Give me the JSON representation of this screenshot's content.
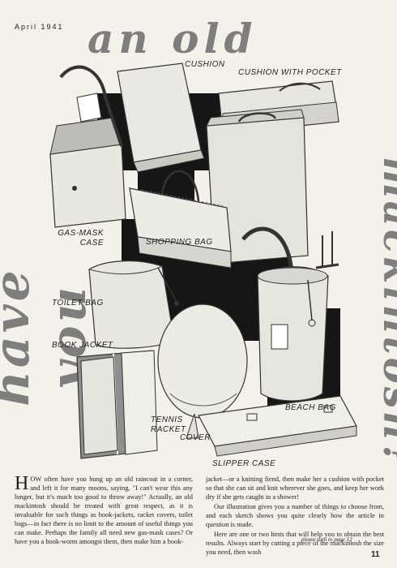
{
  "header": {
    "date": "April 1941"
  },
  "title": {
    "part1": "an old",
    "part2": "have you",
    "part3": "mackintosh?"
  },
  "labels": {
    "cushion": "CUSHION",
    "cushion_pocket": "CUSHION WITH POCKET",
    "gas_mask_1": "GAS-MASK",
    "gas_mask_2": "CASE",
    "shopping_bag": "SHOPPING BAG",
    "toilet_bag": "TOILET BAG",
    "book_jacket": "BOOK JACKET",
    "beach_bag": "BEACH BAG",
    "tennis_1": "TENNIS",
    "tennis_2": "RACKET",
    "cover": "COVER",
    "slipper_case": "SLIPPER CASE"
  },
  "article": {
    "drop_cap": "H",
    "col1_p1": "OW often have you hung up an old raincoat in a corner, and left it for many moons, saying, \"I can't wear this any longer, but it's much too good to throw away!\" Actually, an old mackintosh should be treated with great respect, as it is invaluable for such things as book-jackets, racket covers, toilet bags—in fact there is no limit to the amount of useful things you can make. Perhaps the family all need new gas-mask cases? Or have you a book-worm amongst them, then make him a book-",
    "col2_p1": "jacket—or a knitting fiend, then make her a cushion with pocket so that she can sit and knit wherever she goes, and keep her work dry if she gets caught in a shower!",
    "col2_p2": "Our illustration gives you a number of things to choose from, and each sketch shows you quite clearly how the article in question is made.",
    "col2_p3": "Here are one or two hints that will help you to obtain the best results. Always start by cutting a piece of the mackintosh the size you need, then wash",
    "continued": "please turn to page 12"
  },
  "footer": {
    "page_number": "11"
  }
}
